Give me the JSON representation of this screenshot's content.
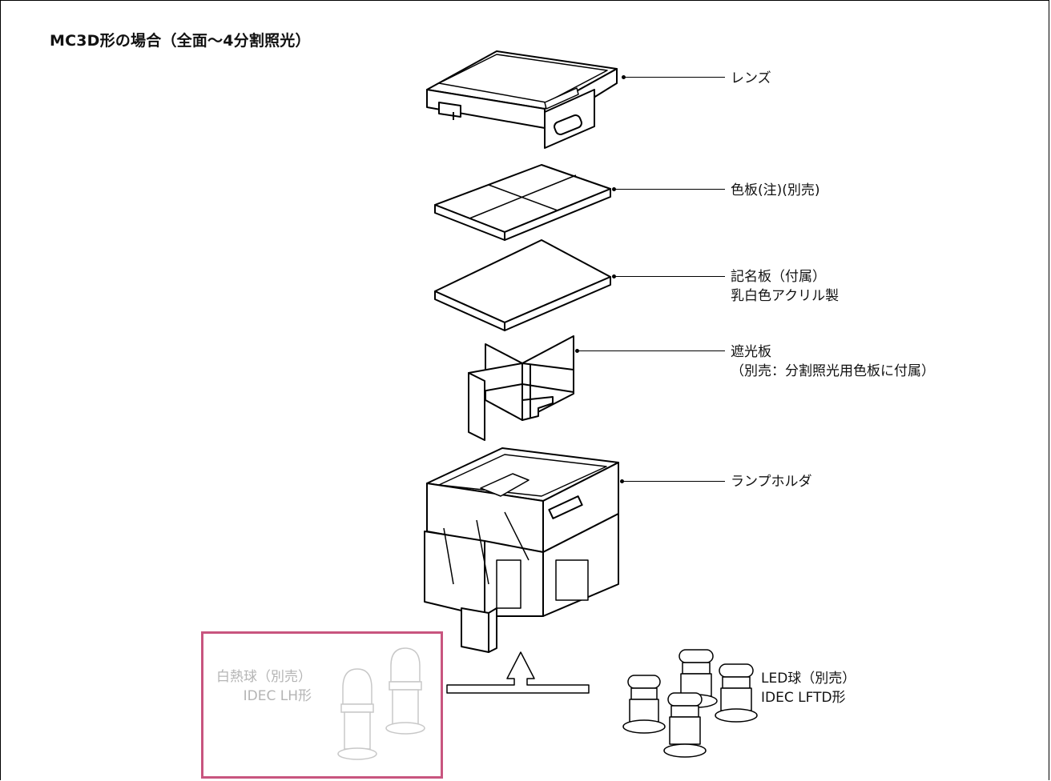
{
  "title": "MC3D形の場合（全面〜4分割照光）",
  "parts": [
    {
      "id": "lens",
      "lines": [
        "レンズ"
      ]
    },
    {
      "id": "color-plate",
      "lines": [
        "色板(注)(別売)"
      ]
    },
    {
      "id": "name-plate",
      "lines": [
        "記名板（付属）",
        "乳白色アクリル製"
      ]
    },
    {
      "id": "light-shield",
      "lines": [
        "遮光板",
        "（別売：分割照光用色板に付属）"
      ]
    },
    {
      "id": "lamp-holder",
      "lines": [
        "ランプホルダ"
      ]
    },
    {
      "id": "led-bulb",
      "lines": [
        "LED球（別売）",
        "IDEC LFTD形"
      ]
    }
  ],
  "incandescent": {
    "lines": [
      "白熱球（別売）",
      "IDEC LH形"
    ]
  },
  "colors": {
    "frame": "#000000",
    "highlight_box": "#c8557f",
    "faded_text": "#b4b4b4"
  }
}
